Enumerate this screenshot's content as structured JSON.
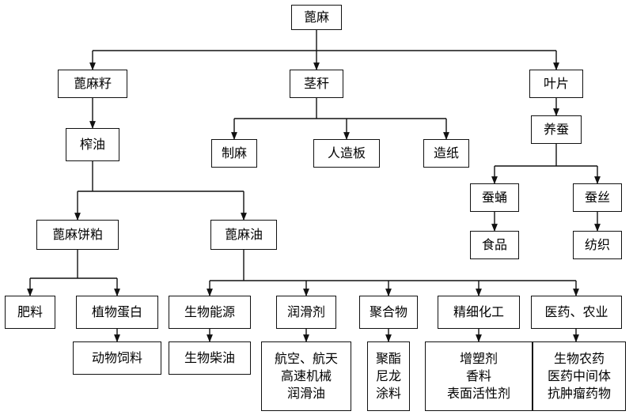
{
  "diagram": {
    "root": "蓖麻",
    "seed": "蓖麻籽",
    "stem": "茎秆",
    "leaf": "叶片",
    "press": "榨油",
    "cake": "蓖麻饼粕",
    "oil": "蓖麻油",
    "fiber": "制麻",
    "board": "人造板",
    "paper": "造纸",
    "silkworm": "养蚕",
    "pupa": "蚕蛹",
    "silk": "蚕丝",
    "food": "食品",
    "textile": "纺织",
    "fertilizer": "肥料",
    "plant_protein": "植物蛋白",
    "feed": "动物饲料",
    "bioenergy": "生物能源",
    "biodiesel": "生物柴油",
    "lubricant": "润滑剂",
    "lubricant_uses": [
      "航空、航天",
      "高速机械",
      "润滑油"
    ],
    "polymer": "聚合物",
    "polymer_uses": [
      "聚酯",
      "尼龙",
      "涂料"
    ],
    "fine_chem": "精细化工",
    "fine_chem_uses": [
      "增塑剂",
      "香料",
      "表面活性剂"
    ],
    "pharma_agri": "医药、农业",
    "pharma_agri_uses": [
      "生物农药",
      "医药中间体",
      "抗肿瘤药物"
    ]
  }
}
